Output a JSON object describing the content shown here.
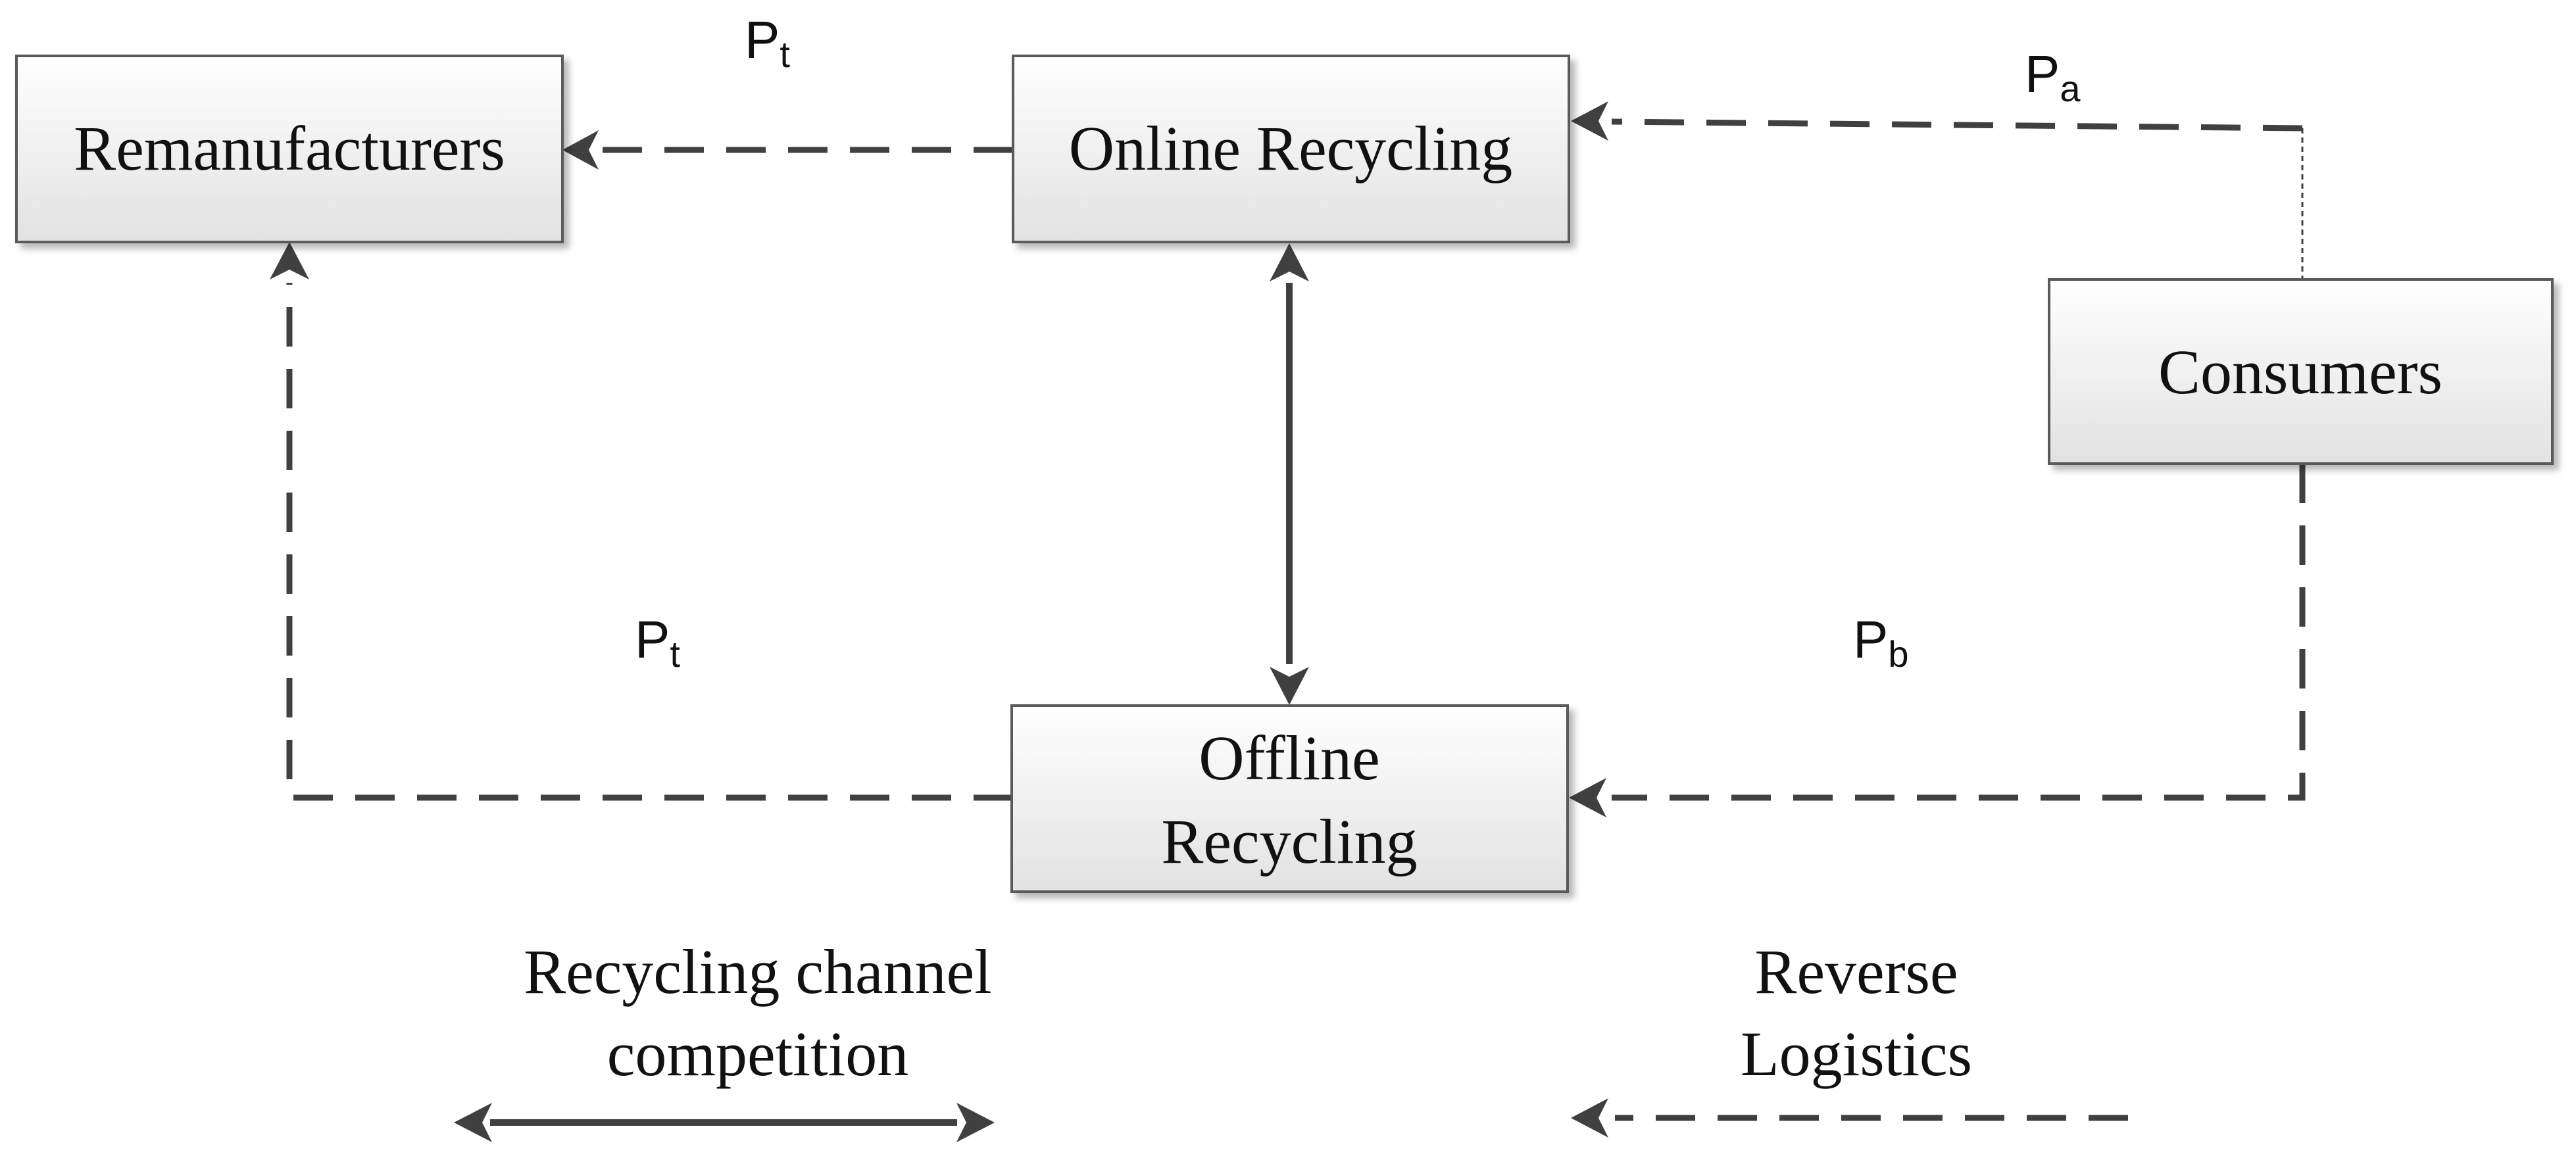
{
  "nodes": {
    "remanufacturers": {
      "label": "Remanufacturers"
    },
    "online_recycling": {
      "label": "Online Recycling"
    },
    "consumers": {
      "label": "Consumers"
    },
    "offline_recycling": {
      "line1": "Offline",
      "line2": "Recycling"
    }
  },
  "flows": {
    "online_to_remanufacturers": {
      "symbol": "P",
      "sub": "t"
    },
    "consumers_to_online": {
      "symbol": "P",
      "sub": "a"
    },
    "offline_to_remanufacturers": {
      "symbol": "P",
      "sub": "t"
    },
    "consumers_to_offline": {
      "symbol": "P",
      "sub": "b"
    }
  },
  "legend": {
    "competition": {
      "line1": "Recycling channel",
      "line2": "competition"
    },
    "reverse_logistics": {
      "line1": "Reverse",
      "line2": "Logistics"
    }
  },
  "colors": {
    "box_fill_top": "#ffffff",
    "box_fill_bottom": "#e2e2e2",
    "box_stroke": "#5a5a5a",
    "arrow": "#404040",
    "text": "#111111"
  }
}
